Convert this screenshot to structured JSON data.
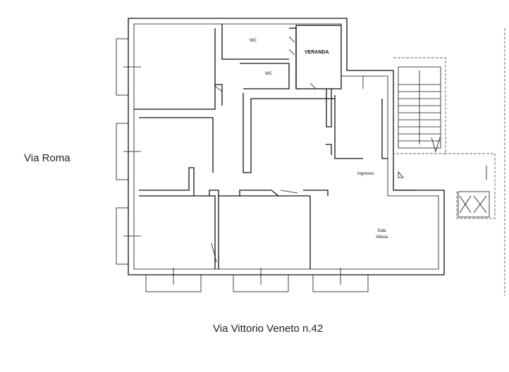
{
  "labels": {
    "street_left": "Via Roma",
    "street_bottom": "Via Vittorio Veneto n.42"
  },
  "rooms": {
    "wc_1": "WC",
    "wc_2": "WC",
    "veranda": "VERANDA",
    "ingresso": "Ingresso",
    "sala_line1": "Sala",
    "sala_line2": "Attesa"
  }
}
